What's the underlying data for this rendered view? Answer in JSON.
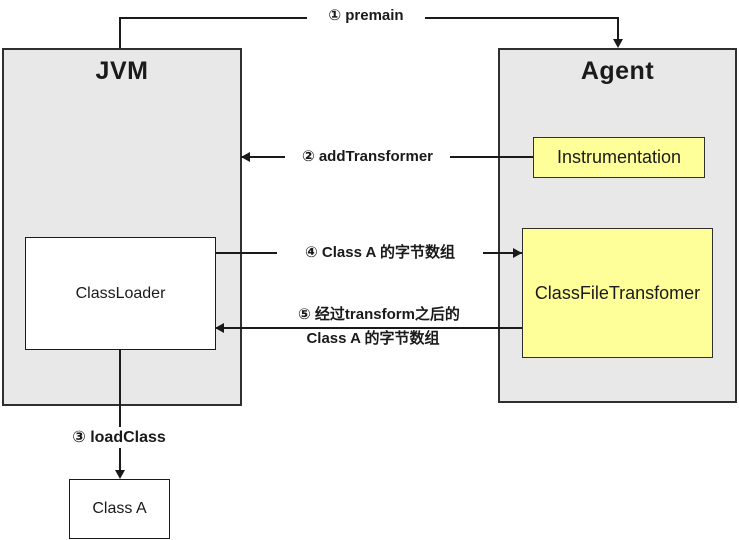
{
  "diagram": {
    "containers": [
      {
        "id": "jvm",
        "label": "JVM"
      },
      {
        "id": "agent",
        "label": "Agent"
      }
    ],
    "nodes": {
      "classloader": {
        "label": "ClassLoader"
      },
      "instrumentation": {
        "label": "Instrumentation"
      },
      "class_file_transfomer": {
        "label": "ClassFileTransfomer"
      },
      "class_a": {
        "label": "Class A"
      }
    },
    "arrows": {
      "premain": {
        "label": "① premain",
        "from": "JVM",
        "to": "Agent"
      },
      "add_transformer": {
        "label": "② addTransformer",
        "from": "Instrumentation",
        "to": "JVM"
      },
      "load_class": {
        "label": "③ loadClass",
        "from": "ClassLoader",
        "to": "Class A"
      },
      "class_bytes": {
        "label": "④ Class A 的字节数组",
        "from": "ClassLoader",
        "to": "ClassFileTransfomer"
      },
      "transformed_bytes": {
        "label_line1": "⑤ 经过transform之后的",
        "label_line2": "Class A 的字节数组",
        "from": "ClassFileTransfomer",
        "to": "ClassLoader"
      }
    },
    "colors": {
      "background": "#ffffff",
      "container_fill": "#e8e8e8",
      "container_border": "#2f2f2f",
      "node_fill": "#ffffff",
      "node_border": "#1a1a1a",
      "highlight_fill": "#ffff99",
      "line": "#1a1a1a",
      "text": "#1a1a1a"
    }
  }
}
